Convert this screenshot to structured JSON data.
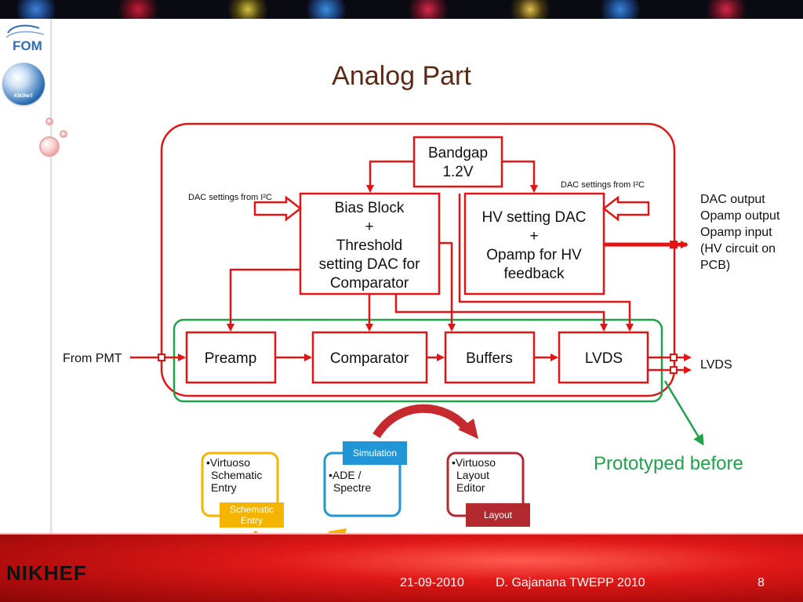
{
  "slide": {
    "title": "Analog Part",
    "footer": {
      "date": "21-09-2010",
      "author": "D. Gajanana TWEPP 2010",
      "page": "8"
    },
    "logos": {
      "fom": "FOM",
      "km3net": "KM3NeT",
      "nikhef": "NIKHEF"
    }
  },
  "diagram": {
    "bandgap": [
      "Bandgap",
      "1.2V"
    ],
    "bias": [
      "Bias Block",
      "+",
      "Threshold",
      "setting DAC for",
      "Comparator"
    ],
    "hv": [
      "HV setting DAC",
      "+",
      "Opamp for HV",
      "feedback"
    ],
    "chain": {
      "preamp": "Preamp",
      "comparator": "Comparator",
      "buffers": "Buffers",
      "lvds": "LVDS"
    },
    "dac_left": "DAC settings from I²C",
    "dac_right": "DAC settings from I²C",
    "from_pmt": "From PMT",
    "outputs": [
      "DAC output",
      "Opamp output",
      "Opamp input",
      "(HV circuit on",
      "PCB)"
    ],
    "lvds_out": "LVDS",
    "prototyped": "Prototyped before"
  },
  "flow": {
    "schematic": {
      "items": [
        "•Virtuoso",
        "Schematic",
        "Entry"
      ],
      "tag": [
        "Schematic",
        "Entry"
      ]
    },
    "simulation": {
      "items": [
        "•ADE /",
        "Spectre"
      ],
      "tag": "Simulation"
    },
    "layout": {
      "items": [
        "•Virtuoso",
        "Layout",
        "Editor"
      ],
      "tag": "Layout"
    }
  },
  "colors": {
    "red": "#e31414",
    "green": "#1ea24a",
    "title": "#5b2a16",
    "schematic_gold": "#f5b400",
    "simulation_blue": "#2196d6",
    "layout_maroon": "#b22a2f"
  }
}
